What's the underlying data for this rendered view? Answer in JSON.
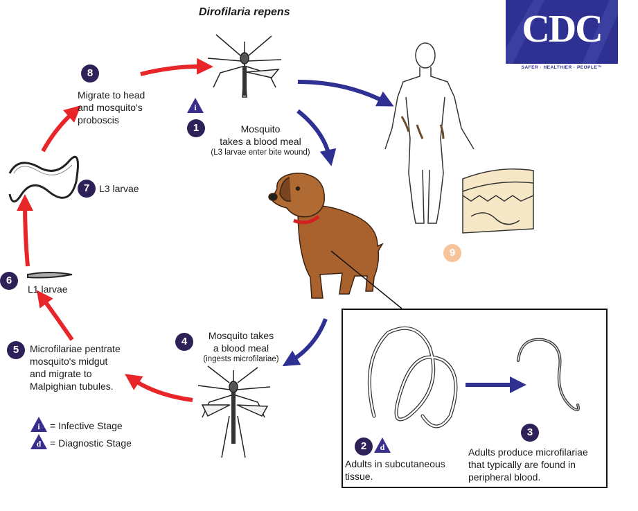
{
  "title": "Dirofilaria repens",
  "logo": {
    "text": "CDC",
    "tagline": "SAFER · HEALTHIER · PEOPLE™",
    "color": "#2e3192"
  },
  "colors": {
    "human_arrows": "#2e3192",
    "mosquito_arrows": "#e8262a",
    "badge": "#2e2157",
    "badge_nine": "#f7c39a",
    "dog": "#a9622e"
  },
  "steps": [
    {
      "num": "1",
      "label": "Mosquito",
      "label2": "takes a blood meal",
      "note": "(L3 larvae enter bite wound)"
    },
    {
      "num": "2",
      "label": "Adults in subcutaneous",
      "label2": "tissue."
    },
    {
      "num": "3",
      "label": "Adults produce microfilariae",
      "label2": "that typically are found in",
      "label3": "peripheral blood."
    },
    {
      "num": "4",
      "label": "Mosquito takes",
      "label2": "a blood meal",
      "note": "(ingests microfilariae)"
    },
    {
      "num": "5",
      "label": "Microfilariae pentrate",
      "label2": "mosquito's midgut",
      "label3": "and migrate to",
      "label4": "Malpighian tubules."
    },
    {
      "num": "6",
      "label": "L1 larvae"
    },
    {
      "num": "7",
      "label": "L3 larvae"
    },
    {
      "num": "8",
      "label": "Migrate to head",
      "label2": "and mosquito's",
      "label3": "proboscis"
    },
    {
      "num": "9"
    }
  ],
  "stage_markers": {
    "infective": "i",
    "diagnostic": "d"
  },
  "legend": [
    {
      "symbol": "i",
      "text": "= Infective Stage"
    },
    {
      "symbol": "d",
      "text": "= Diagnostic Stage"
    }
  ]
}
